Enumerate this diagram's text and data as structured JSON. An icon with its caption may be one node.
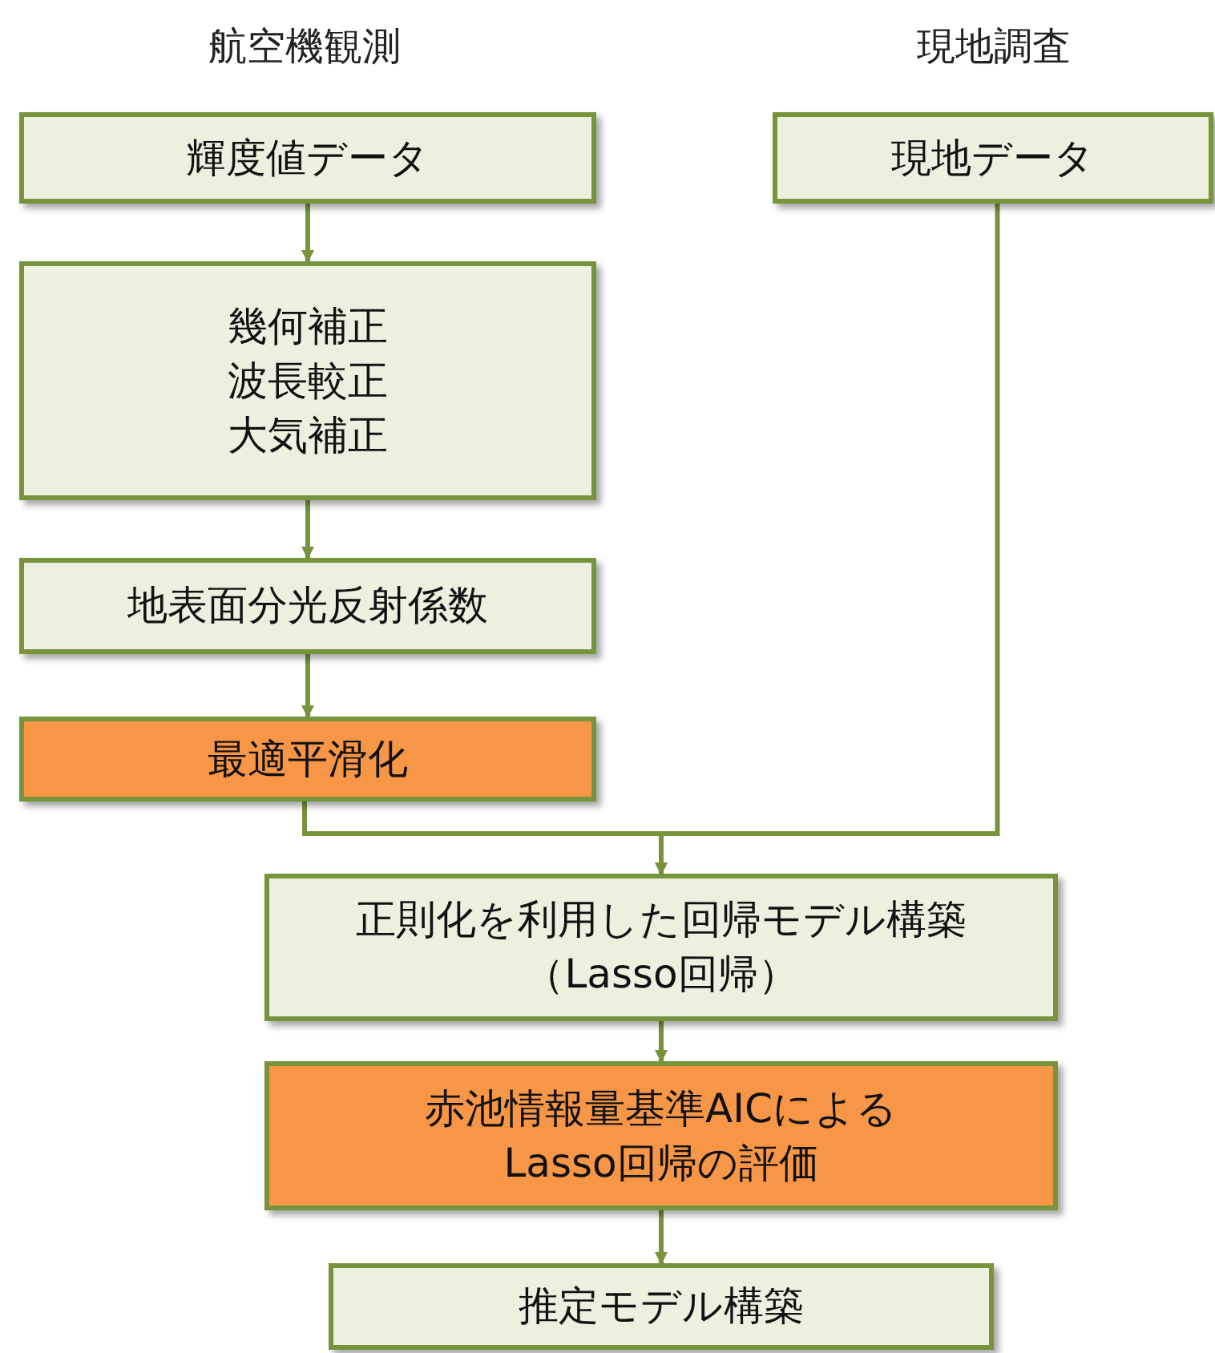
{
  "diagram": {
    "nodes": [
      {
        "text": [
          "輝度値データ"
        ]
      },
      {
        "text": [
          "現地データ"
        ]
      },
      {
        "text": [
          "幾何補正",
          "波長較正",
          "大気補正"
        ]
      },
      {
        "text": [
          "地表面分光反射係数"
        ]
      },
      {
        "text": [
          "最適平滑化"
        ]
      },
      {
        "text": [
          "正則化を利用した回帰モデル構築",
          "（Lasso回帰）"
        ]
      },
      {
        "text": [
          "赤池情報量基準AICによるLasso回帰の評価"
        ]
      },
      {
        "text": [
          "推定モデル構築"
        ]
      }
    ],
    "edges": [
      {
        "from": 0,
        "to": 2,
        "arrow": "to"
      },
      {
        "from": 2,
        "to": 3,
        "arrow": "to"
      },
      {
        "from": 3,
        "to": 4,
        "arrow": "to"
      },
      {
        "from": 4,
        "to": 5,
        "arrow": "to"
      },
      {
        "from": 1,
        "to": 5,
        "arrow": "to"
      },
      {
        "from": 5,
        "to": 6,
        "arrow": "to"
      },
      {
        "from": 6,
        "to": 7,
        "arrow": "to"
      }
    ],
    "labels": [
      "航空機観測",
      "現地調査"
    ]
  }
}
